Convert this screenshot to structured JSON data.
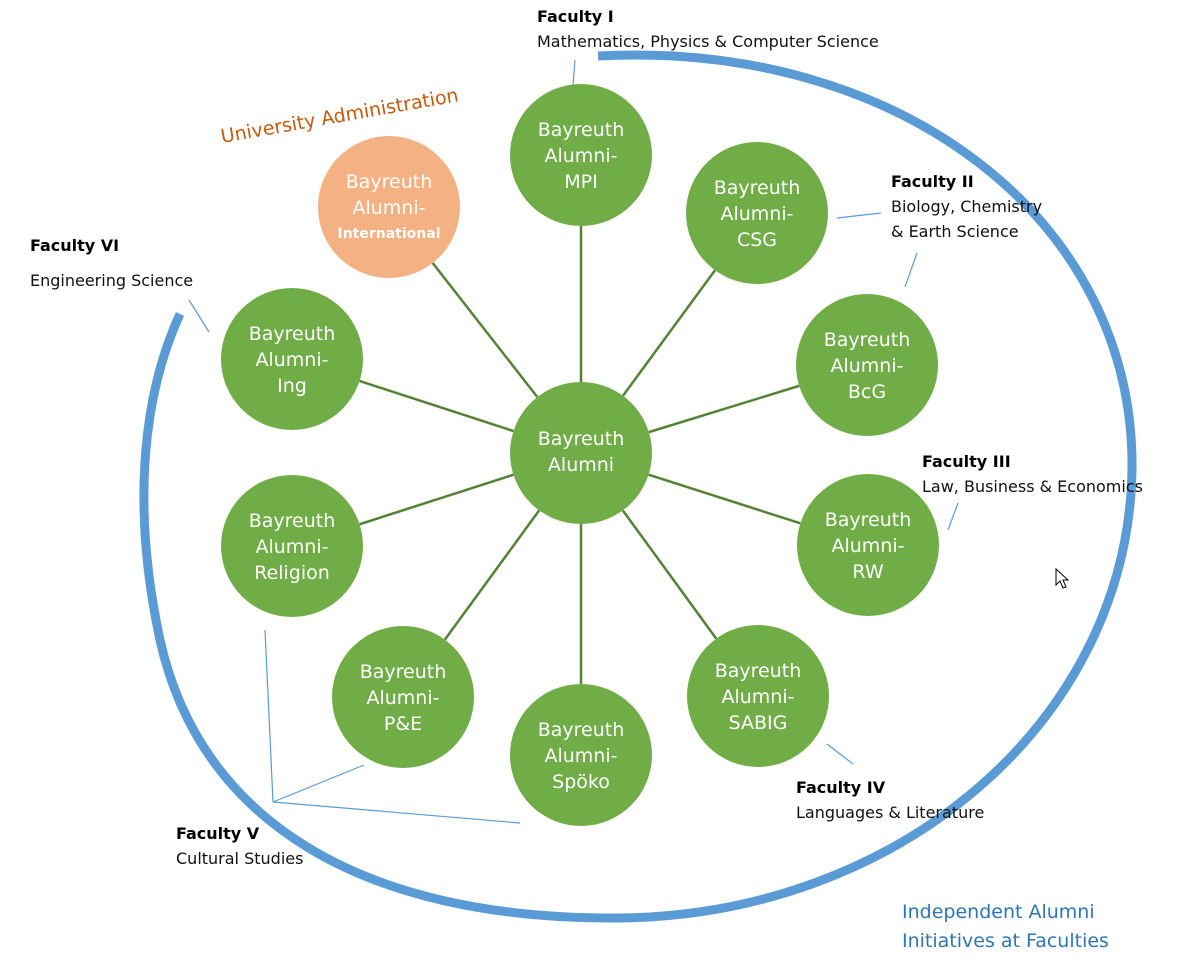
{
  "colors": {
    "node_green": "#70ad47",
    "node_orange": "#f4b183",
    "spoke_green": "#548235",
    "ring_blue": "#5b9bd5",
    "leader_blue": "#5b9bd5",
    "admin_text": "#c55a11",
    "independent_text": "#2e75b6"
  },
  "center": {
    "lines": [
      "Bayreuth",
      "Alumni"
    ]
  },
  "nodes": [
    {
      "id": "mpi",
      "lines": [
        "Bayreuth",
        "Alumni-",
        "MPI"
      ],
      "kind": "faculty"
    },
    {
      "id": "csg",
      "lines": [
        "Bayreuth",
        "Alumni-",
        "CSG"
      ],
      "kind": "faculty"
    },
    {
      "id": "bcg",
      "lines": [
        "Bayreuth",
        "Alumni-",
        "BcG"
      ],
      "kind": "faculty"
    },
    {
      "id": "rw",
      "lines": [
        "Bayreuth",
        "Alumni-",
        "RW"
      ],
      "kind": "faculty"
    },
    {
      "id": "sabig",
      "lines": [
        "Bayreuth",
        "Alumni-",
        "SABIG"
      ],
      "kind": "faculty"
    },
    {
      "id": "spoeko",
      "lines": [
        "Bayreuth",
        "Alumni-",
        "Spöko"
      ],
      "kind": "faculty"
    },
    {
      "id": "pe",
      "lines": [
        "Bayreuth",
        "Alumni-",
        "P&E"
      ],
      "kind": "faculty"
    },
    {
      "id": "religion",
      "lines": [
        "Bayreuth",
        "Alumni-",
        "Religion"
      ],
      "kind": "faculty"
    },
    {
      "id": "ing",
      "lines": [
        "Bayreuth",
        "Alumni-",
        "Ing"
      ],
      "kind": "faculty"
    },
    {
      "id": "international",
      "lines": [
        "Bayreuth",
        "Alumni-",
        "International"
      ],
      "kind": "administration"
    }
  ],
  "faculties": [
    {
      "id": "f1",
      "title": "Faculty I",
      "subtitle": [
        "Mathematics, Physics & Computer Science"
      ]
    },
    {
      "id": "f2",
      "title": "Faculty II",
      "subtitle": [
        "Biology, Chemistry",
        "& Earth Science"
      ]
    },
    {
      "id": "f3",
      "title": "Faculty III",
      "subtitle": [
        "Law, Business & Economics"
      ]
    },
    {
      "id": "f4",
      "title": "Faculty IV",
      "subtitle": [
        "Languages & Literature"
      ]
    },
    {
      "id": "f5",
      "title": "Faculty V",
      "subtitle": [
        "Cultural Studies"
      ]
    },
    {
      "id": "f6",
      "title": "Faculty VI",
      "subtitle": [
        "Engineering Science"
      ]
    }
  ],
  "labels": {
    "administration": "University Administration",
    "independent": [
      "Independent Alumni",
      "Initiatives at Faculties"
    ]
  }
}
